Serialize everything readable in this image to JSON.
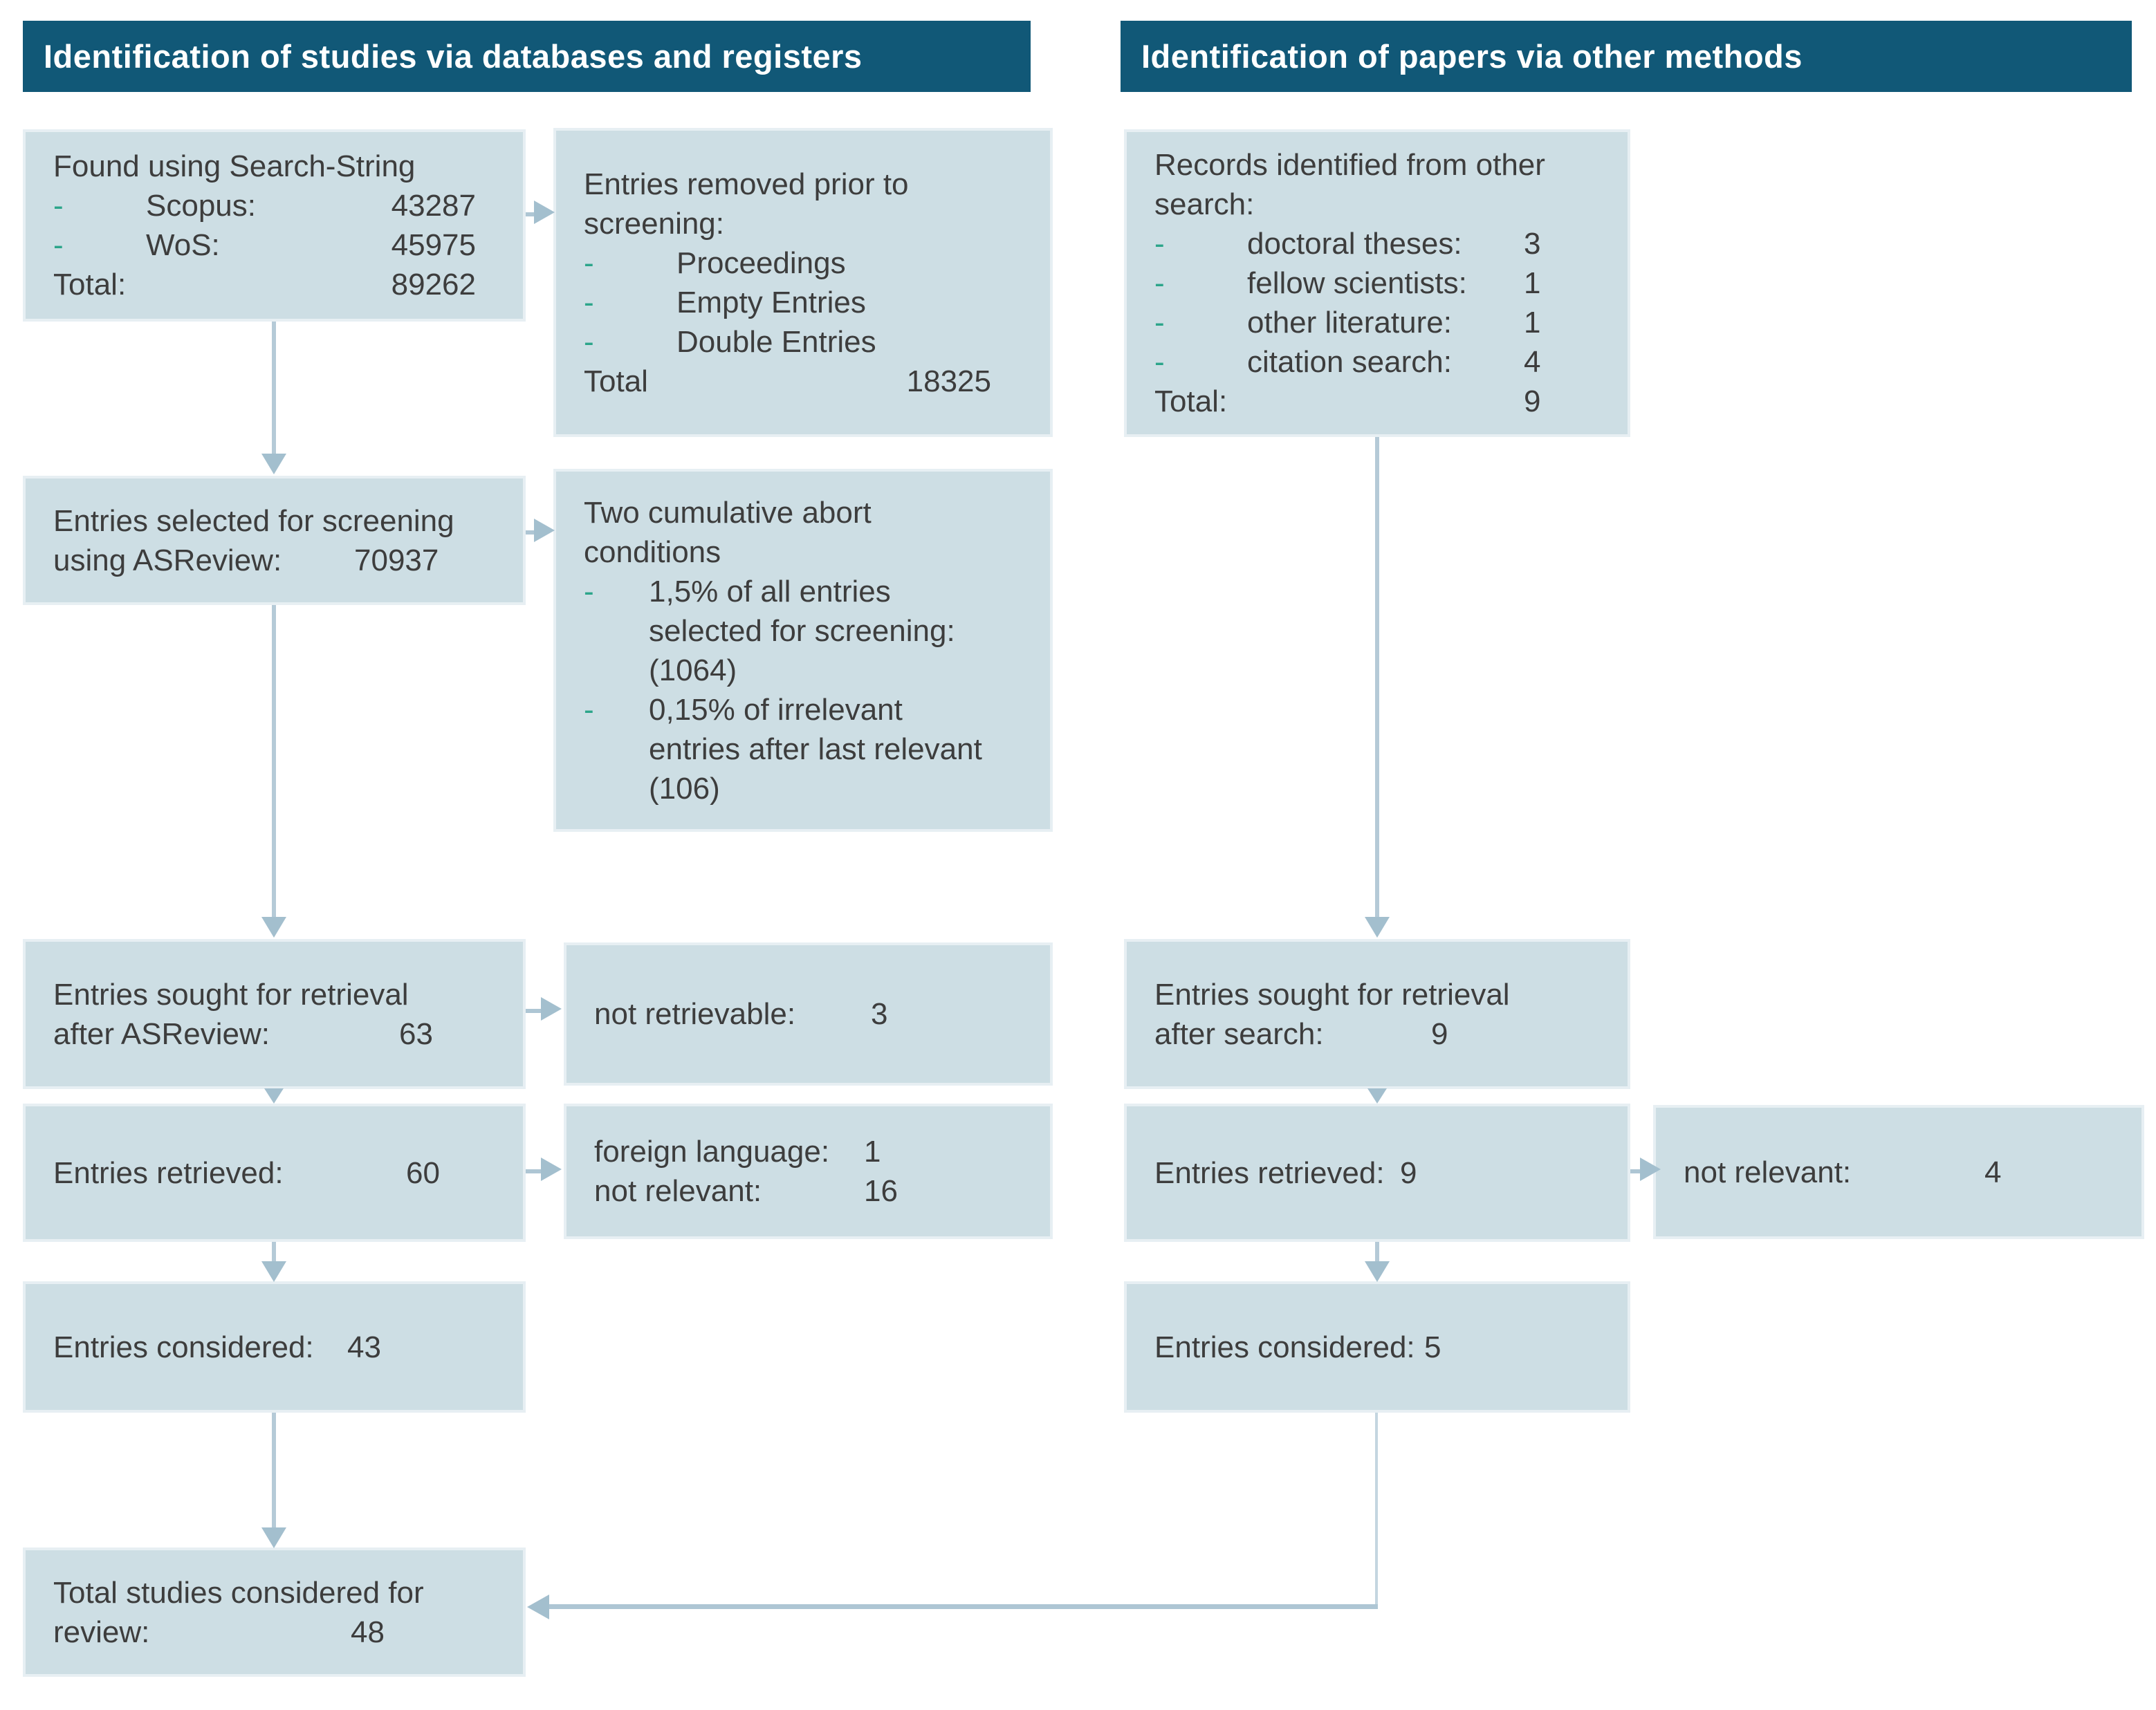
{
  "ui": {
    "dash": "-"
  },
  "left": {
    "header": "Identification of studies via databases and registers",
    "found": {
      "title": "Found using Search-String",
      "items": [
        {
          "label": "Scopus:",
          "value": "43287"
        },
        {
          "label": "WoS:",
          "value": "45975"
        }
      ],
      "total_label": "Total:",
      "total_value": "89262"
    },
    "removed": {
      "title_line1": "Entries removed prior to",
      "title_line2": "screening:",
      "items": [
        "Proceedings",
        "Empty Entries",
        "Double Entries"
      ],
      "total_label": "Total",
      "total_value": "18325"
    },
    "screening": {
      "line1": "Entries selected for screening",
      "label": "using ASReview:",
      "value": "70937"
    },
    "abort": {
      "title_line1": "Two cumulative abort",
      "title_line2": "conditions",
      "items": [
        "1,5% of all entries selected for screening: (1064)",
        "0,15% of irrelevant entries after last relevant (106)"
      ]
    },
    "sought": {
      "line1": "Entries sought for retrieval",
      "label": "after ASReview:",
      "value": "63"
    },
    "not_retrievable": {
      "label": "not retrievable:",
      "value": "3"
    },
    "retrieved": {
      "label": "Entries retrieved:",
      "value": "60"
    },
    "excluded": {
      "rows": [
        {
          "label": "foreign language:",
          "value": "1"
        },
        {
          "label": "not relevant:",
          "value": "16"
        }
      ]
    },
    "considered": {
      "label": "Entries considered:",
      "value": "43"
    },
    "total": {
      "line1": "Total studies considered for",
      "label": "review:",
      "value": "48"
    }
  },
  "right": {
    "header": "Identification of papers via other methods",
    "records": {
      "title_line1": "Records identified from other",
      "title_line2": "search:",
      "items": [
        {
          "label": "doctoral theses:",
          "value": "3"
        },
        {
          "label": "fellow scientists:",
          "value": "1"
        },
        {
          "label": "other literature:",
          "value": "1"
        },
        {
          "label": "citation search:",
          "value": "4"
        }
      ],
      "total_label": "Total:",
      "total_value": "9"
    },
    "sought": {
      "line1": "Entries sought for retrieval",
      "label": "after search:",
      "value": "9"
    },
    "retrieved": {
      "label": "Entries retrieved:",
      "value": "9"
    },
    "not_relevant": {
      "label": "not relevant:",
      "value": "4"
    },
    "considered": {
      "label": "Entries considered:",
      "value": "5"
    }
  }
}
